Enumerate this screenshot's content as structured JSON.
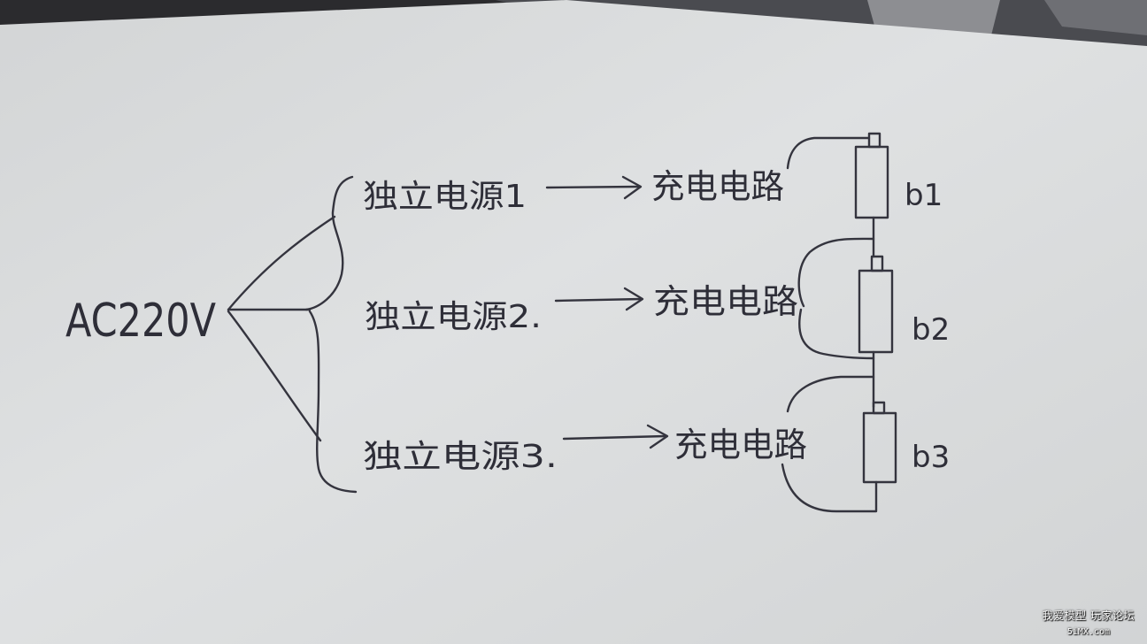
{
  "diagram": {
    "source_label": "AC220V",
    "branches": [
      {
        "power_label": "独立电源1",
        "charger_label": "充电电路",
        "battery_label": "b1"
      },
      {
        "power_label": "独立电源2.",
        "charger_label": "充电电路",
        "battery_label": "b2"
      },
      {
        "power_label": "独立电源3.",
        "charger_label": "充电电路",
        "battery_label": "b3"
      }
    ]
  },
  "watermark": {
    "line1": "我爱模型 玩家论坛",
    "line2": "5iMX.com"
  },
  "colors": {
    "paper": "#d9dbdc",
    "ink": "#2e2e38",
    "background": "#2b2b2e"
  }
}
